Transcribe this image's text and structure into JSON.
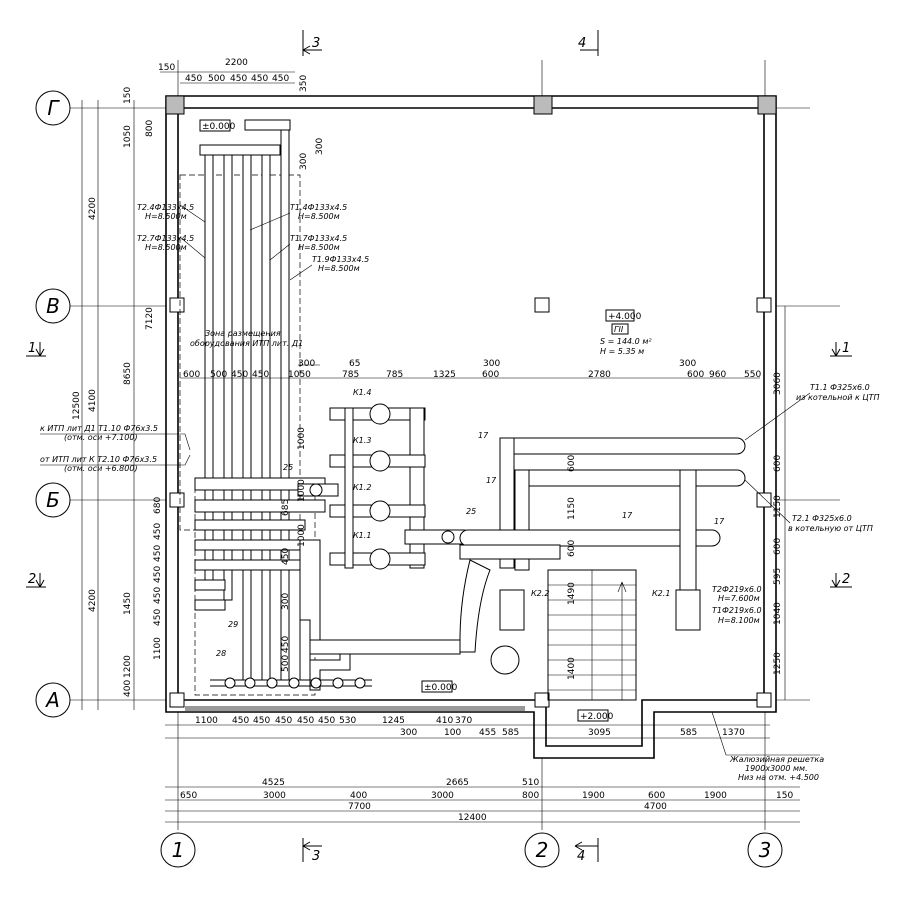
{
  "axes": {
    "rows": [
      "Г",
      "В",
      "Б",
      "А"
    ],
    "cols": [
      "1",
      "2",
      "3"
    ]
  },
  "sections": {
    "s3_top": "3",
    "s4_top": "4",
    "s3_bot": "3",
    "s4_bot": "4",
    "s1_left": "1",
    "s1_right": "1",
    "s2_left": "2",
    "s2_right": "2"
  },
  "dims_top": {
    "d150": "150",
    "d2200": "2200",
    "d450a": "450",
    "d500": "500",
    "d450b": "450",
    "d450c": "450",
    "d450d": "450",
    "d350": "350",
    "d800": "800",
    "d300a": "300",
    "d300b": "300"
  },
  "dims_left": {
    "l150": "150",
    "l1050": "1050",
    "l4200a": "4200",
    "l7120": "7120",
    "l8650": "8650",
    "l12500": "12500",
    "l4100": "4100",
    "l680": "680",
    "l450a": "450",
    "l450b": "450",
    "l450c": "450",
    "l450d": "450",
    "l450e": "450",
    "l1450": "1450",
    "l4200b": "4200",
    "l1100": "1100",
    "l1200": "1200",
    "l400": "400"
  },
  "dims_right": {
    "r3060": "3060",
    "r600a": "600",
    "r1150": "1150",
    "r600b": "600",
    "r595": "595",
    "r1040": "1040",
    "r1250": "1250"
  },
  "dims_mid": {
    "m300a": "300",
    "m65": "65",
    "m300b": "300",
    "m300c": "300",
    "m600a": "600",
    "m500": "500",
    "m450a": "450",
    "m450b": "450",
    "m1050": "1050",
    "m785a": "785",
    "m785b": "785",
    "m1325": "1325",
    "m600b": "600",
    "m2780": "2780",
    "m600c": "600",
    "m960": "960",
    "m550": "550",
    "v1000a": "1000",
    "v1000b": "1000",
    "v685": "685",
    "v1000c": "1000",
    "v450": "450",
    "v300": "300",
    "v450b": "450",
    "v500": "500",
    "v600a": "600",
    "v1150": "1150",
    "v600b": "600",
    "v1490": "1490",
    "v1400": "1400"
  },
  "dims_bottom": {
    "b1100": "1100",
    "b450a": "450",
    "b450b": "450",
    "b450c": "450",
    "b450d": "450",
    "b450e": "450",
    "b530": "530",
    "b1245": "1245",
    "b410": "410",
    "b370": "370",
    "b300": "300",
    "b100": "100",
    "b455": "455",
    "b585a": "585",
    "b3095": "3095",
    "b585b": "585",
    "b1370": "1370",
    "b4525": "4525",
    "b2665": "2665",
    "b510": "510",
    "b650": "650",
    "b3000a": "3000",
    "b400": "400",
    "b3000b": "3000",
    "b800": "800",
    "b1900a": "1900",
    "b600": "600",
    "b1900b": "1900",
    "b150": "150",
    "b7700": "7700",
    "b4700": "4700",
    "b12400": "12400"
  },
  "levels": {
    "lvl0_top": "±0.000",
    "lvl0_bot": "±0.000",
    "lvl_room": "+4.000",
    "lvl_stair": "+2.000"
  },
  "room": {
    "name": "ГII",
    "area": "S = 144.0 м²",
    "height": "H = 5.35 м"
  },
  "zone_label": {
    "line1": "Зона размещения",
    "line2": "оборудования ИТП лит. Д1"
  },
  "pipe_labels": {
    "t24": "Т2.4Ф133х4.5",
    "t24h": "Н=8.500м",
    "t27": "Т2.7Ф133х4.5",
    "t27h": "Н=8.500м",
    "t14": "Т1.4Ф133х4.5",
    "t14h": "Н=8.500м",
    "t17": "Т1.7Ф133х4.5",
    "t17h": "Н=8.500м",
    "t19": "Т1.9Ф133х4.5",
    "t19h": "Н=8.500м",
    "t11": "Т1.1 Ф325х6.0",
    "t11d": "из котельной к ЦТП",
    "t21": "Т2.1 Ф325х6.0",
    "t21d": "в котельную от ЦТП",
    "t2_219": "Т2Ф219х6.0",
    "t2_219h": "Н=7.600м",
    "t1_219": "Т1Ф219х6.0",
    "t1_219h": "Н=8.100м",
    "itp1": "к ИТП лит Д1 Т1.10 Ф76х3.5",
    "itp1h": "(отм. оси +7.100)",
    "itp2": "от ИТП лит К Т2.10 Ф76х3.5",
    "itp2h": "(отм. оси +6.800)"
  },
  "equipment": {
    "k14": "К1.4",
    "k13": "К1.3",
    "k12": "К1.2",
    "k11": "К1.1",
    "k22": "К2.2",
    "k21": "К2.1",
    "n25a": "25",
    "n25b": "25",
    "n17a": "17",
    "n17b": "17",
    "n17c": "17",
    "n17d": "17",
    "n29": "29",
    "n28": "28"
  },
  "louver": {
    "line1": "Жалюзийная решетка",
    "line2": "1900х3000 мм.",
    "line3": "Низ на отм. +4.500"
  }
}
